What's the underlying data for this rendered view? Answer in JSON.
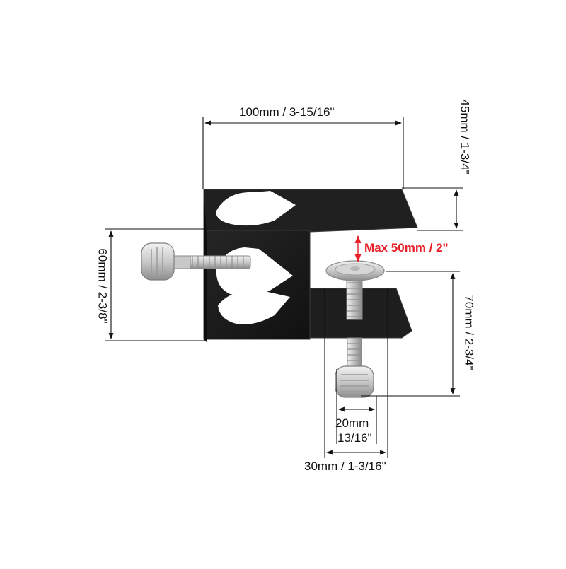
{
  "dimensions": {
    "width_top": "100mm / 3-15/16\"",
    "height_top_right": "45mm / 1-3/4\"",
    "height_left": "60mm / 2-3/8\"",
    "max_gap": "Max 50mm / 2\"",
    "height_right": "70mm / 2-3/4\"",
    "screw_width_line1": "20mm",
    "screw_width_line2": "13/16\"",
    "plate_width": "30mm / 1-3/16\""
  },
  "colors": {
    "bracket": "#1c1c1c",
    "bracket_edge": "#3a3a3a",
    "metal_light": "#e4e4e4",
    "metal_dark": "#9a9a9a",
    "dimension_line": "#111111",
    "highlight": "#e8202a"
  }
}
